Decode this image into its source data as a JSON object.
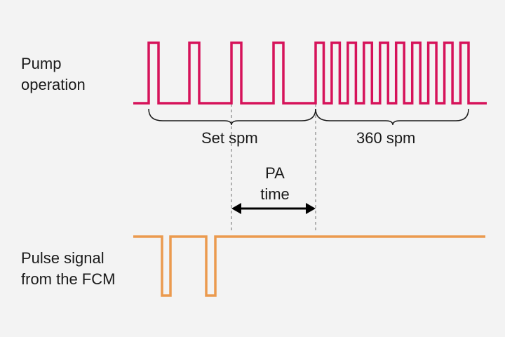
{
  "labels": {
    "pump_line1": "Pump",
    "pump_line2": "operation",
    "pulse_line1": "Pulse signal",
    "pulse_line2": "from the FCM",
    "set_spm": "Set spm",
    "fast_spm": "360 spm",
    "pa_line1": "PA",
    "pa_line2": "time"
  },
  "colors": {
    "pump_wave": "#d6135a",
    "pulse_wave": "#eb9a4e",
    "bracket": "#1a1a1a",
    "dashed_guide": "#9a9a9a",
    "arrow": "#000000",
    "background": "#f3f3f3"
  }
}
